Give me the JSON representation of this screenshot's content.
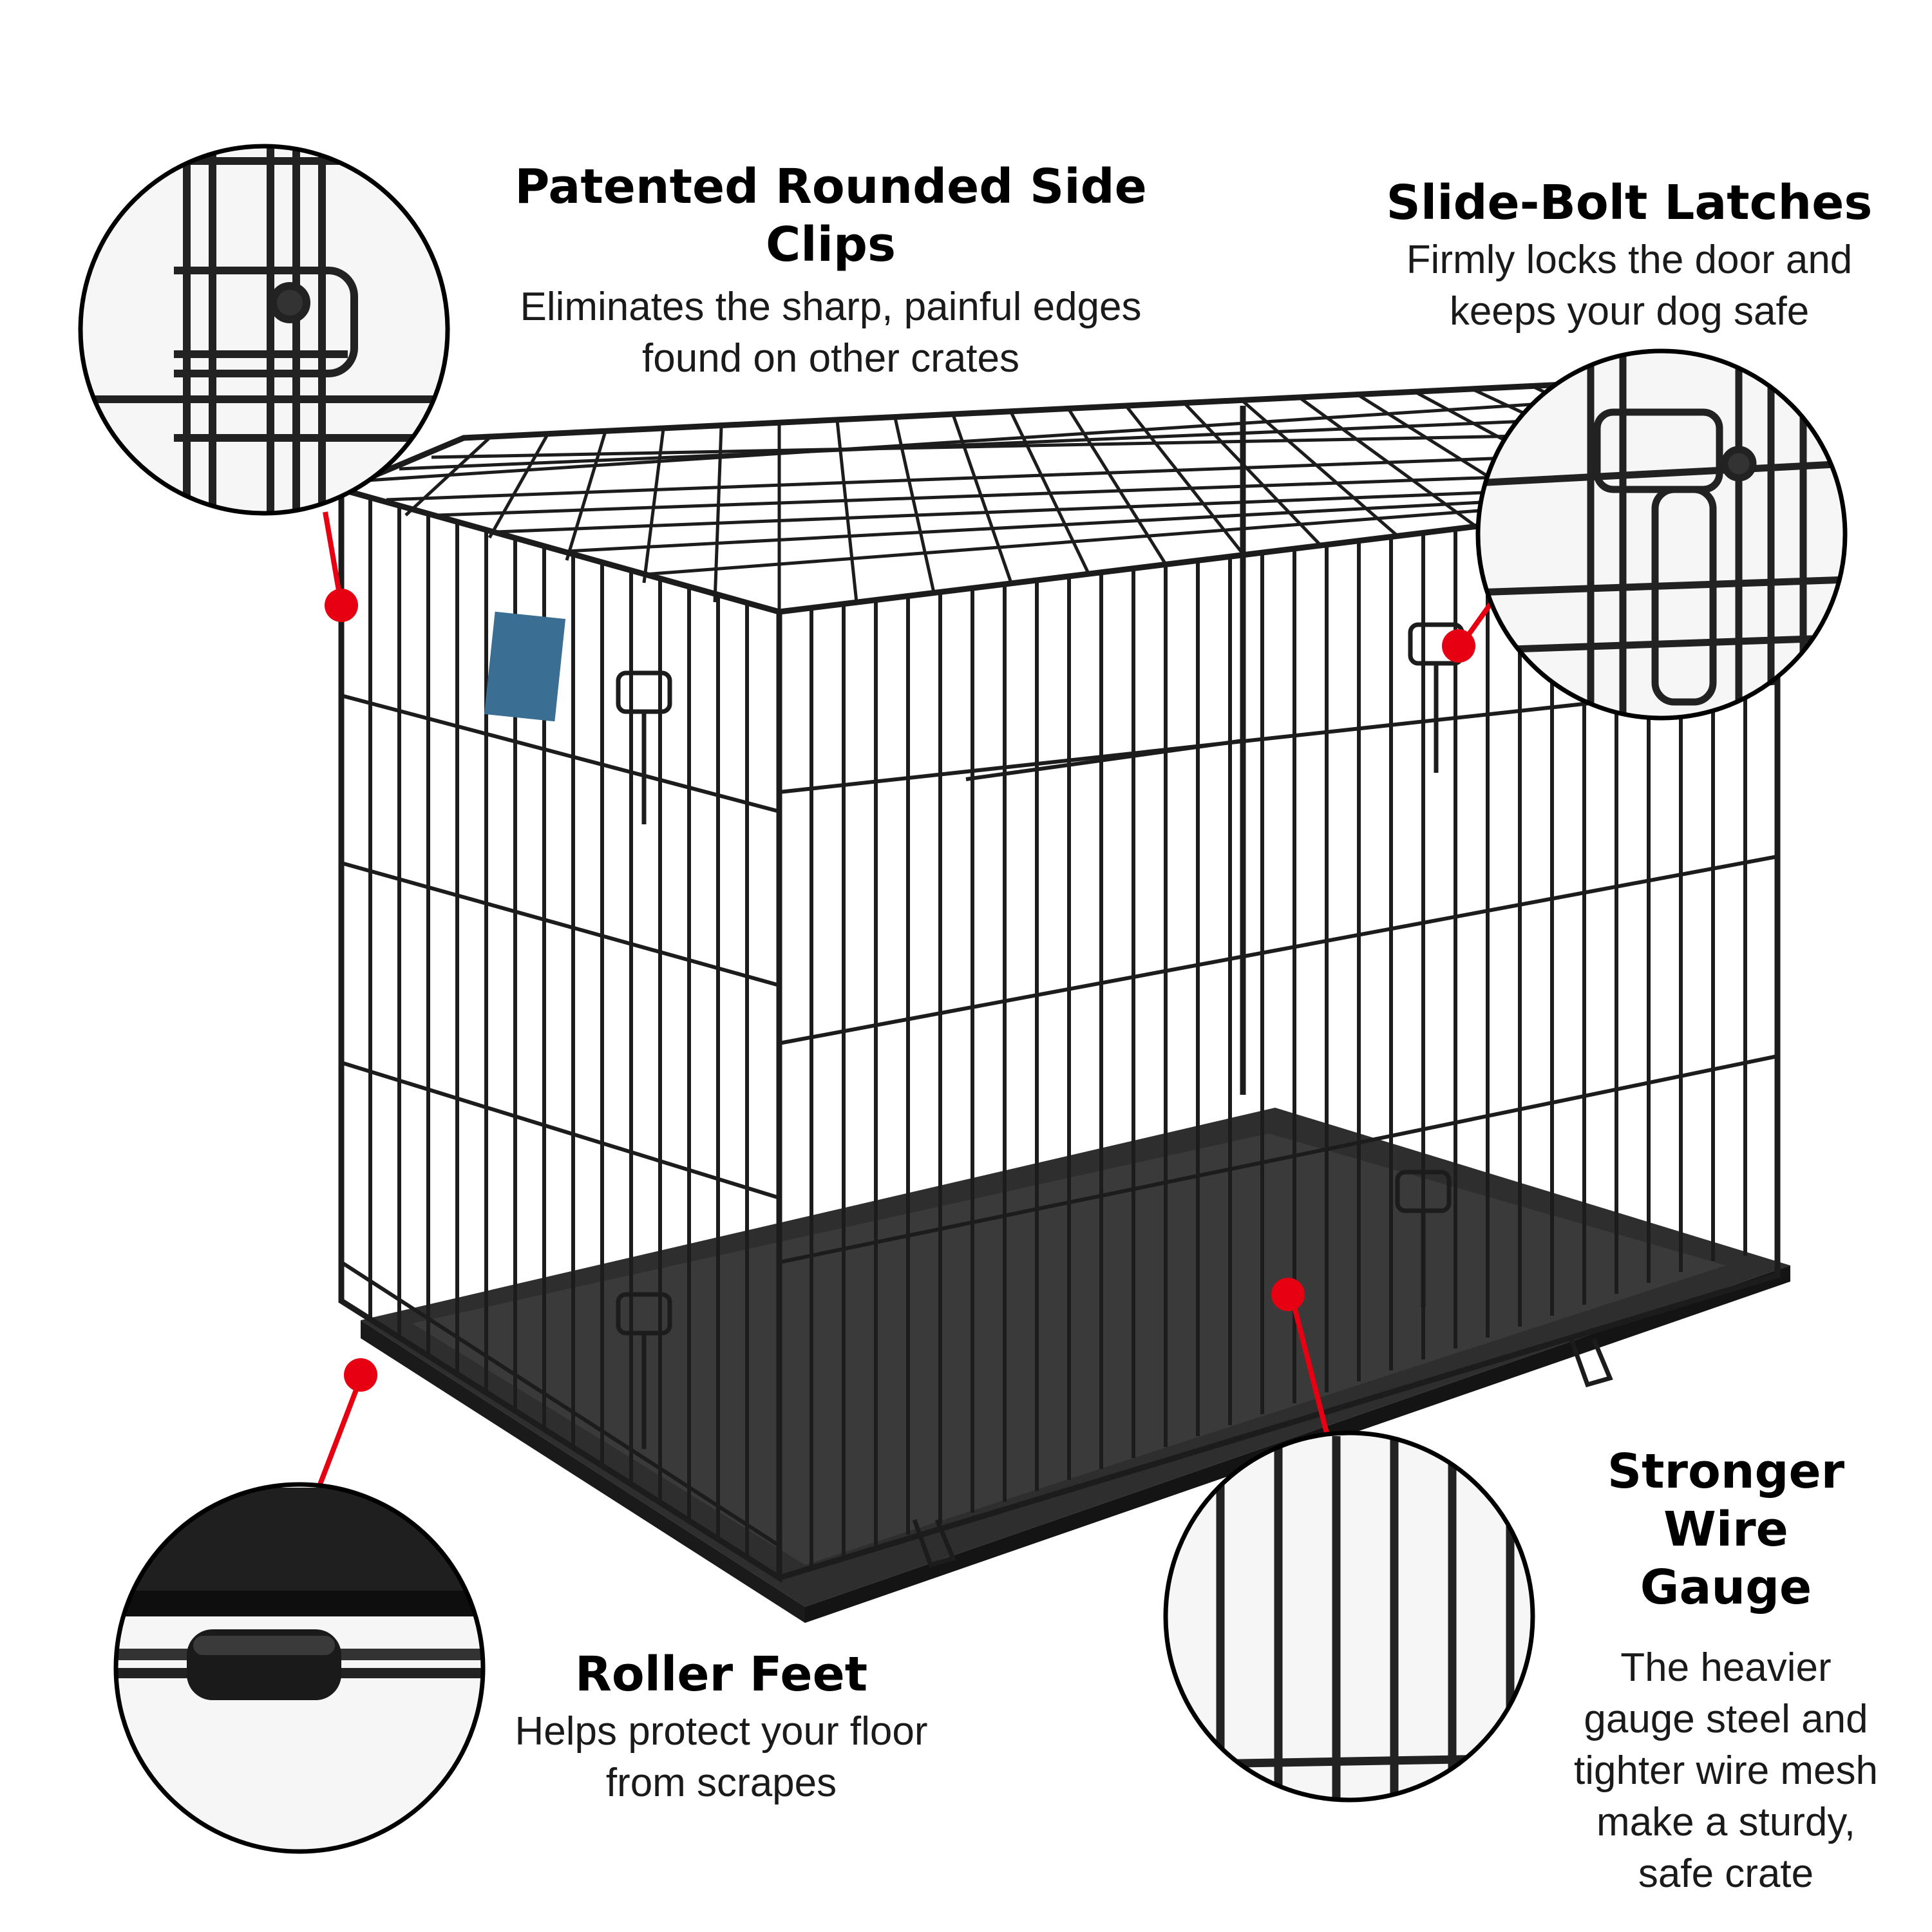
{
  "colors": {
    "accent": "#e60012",
    "wire": "#1c1c1c",
    "tray": "#2e2e2e",
    "label": "#3a6e93"
  },
  "features": [
    {
      "title": "Patented Rounded Side Clips",
      "description_lines": [
        "Eliminates the sharp, painful edges",
        "found on other crates"
      ]
    },
    {
      "title": "Slide-Bolt Latches",
      "description_lines": [
        "Firmly locks the door and",
        "keeps your dog safe"
      ]
    },
    {
      "title_lines": [
        "Stronger Wire",
        "Gauge"
      ],
      "description_lines": [
        "The heavier",
        "gauge steel and",
        "tighter wire mesh",
        "make a sturdy,",
        "safe crate"
      ]
    },
    {
      "title": "Roller Feet",
      "description_lines": [
        "Helps protect your floor",
        "from scrapes"
      ]
    }
  ]
}
